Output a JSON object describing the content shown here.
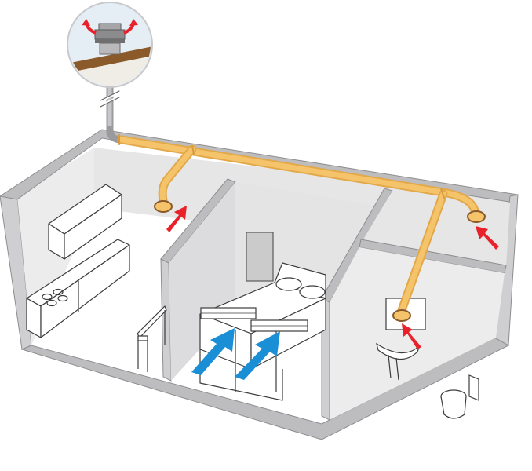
{
  "diagram": {
    "type": "isometric-ventilation-illustration",
    "text_labels": [],
    "colors": {
      "duct": "#f5c46a",
      "duct_edge": "#e2a84a",
      "exhaust_arrow": "#e8212b",
      "supply_arrow": "#1a8fd6",
      "wall_light": "#e9e9ea",
      "wall_mid": "#dcdcde",
      "wall_dark": "#c7c7c9",
      "floor": "#ffffff",
      "outline": "#3c3c3c",
      "roof": "#8b5a2b",
      "inset_bg": "#e3eef7"
    },
    "rooms": [
      "kitchen",
      "bedroom",
      "bathroom"
    ],
    "icons": [
      "roof-exhaust-fan-icon",
      "extraction-grille-icon",
      "supply-vent-icon",
      "toilet-icon",
      "sink-icon",
      "bed-icon",
      "chair-icon",
      "kitchen-units-icon"
    ],
    "airflow": {
      "extract_points": 3,
      "supply_points": 2,
      "roof_exhaust_outlets": 2
    }
  }
}
